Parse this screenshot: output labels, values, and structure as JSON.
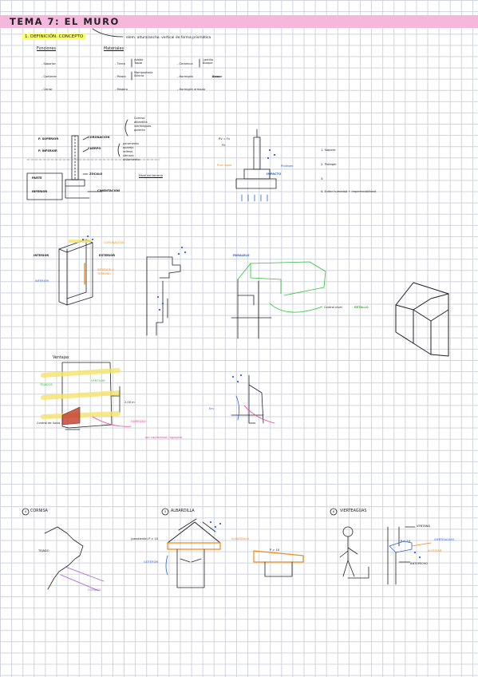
{
  "header": {
    "title": "TEMA 7: EL MURO",
    "subtitle": "1. DEFINICIÓN. CONCEPTO",
    "definition": "elem. altura/ancho. vertical de forma prismática"
  },
  "intro": {
    "col_functions": "Funciones",
    "col_materials": "Materiales",
    "functions": [
      "- Soportar",
      "- Contener",
      "- Cerrar"
    ],
    "materials_a": [
      "- Tierra",
      "- Piedra",
      "- Madera"
    ],
    "materials_a_detail": [
      "Adobe\nTapial",
      "Mampostería\nSillería"
    ],
    "materials_b": [
      "- Cerámica",
      "- Hormigón",
      "- Hormigón armado"
    ],
    "materials_b_detail": [
      "Ladrillo\nBloque",
      "Bloque"
    ]
  },
  "wall_parts": {
    "labels": [
      "P. SUPERIOR",
      "P. INFERIOR",
      "CORONACIÓN",
      "CUERPO",
      "ZÓCALO",
      "CIMENTACIÓN",
      "PARTE",
      "INFERIOR",
      "Nivel del terreno"
    ],
    "coronacion_note": [
      "Cornisa",
      "albardilla",
      "vierteaguas",
      "goterón"
    ],
    "cuerpo_note": [
      "paramento",
      "aparejo",
      "relleno",
      "cámara",
      "aislamiento"
    ],
    "forces": [
      "Rv = Fv",
      "Fh",
      "Prot. agua",
      "IMPACTO",
      "Proteger"
    ],
    "side_list": [
      "1. Soporte",
      "2. Proteger",
      "3.",
      "4. Evitar humedad + impermeabilidad"
    ]
  },
  "section2": {
    "labels": [
      "INTERIOR",
      "EXTERIOR",
      "CORONACIÓN",
      "INTERIOR O TERRENO",
      "INFERIOR",
      "PARALELO",
      "Control nivel",
      "RETALLO"
    ]
  },
  "section3": {
    "labels": [
      "Ventajas",
      "TEJADOS",
      "VENTILAR",
      "Control de lluvia",
      "2,00 m",
      "HÚMEDAD",
      "por capilaridad / aguajero",
      "Em"
    ]
  },
  "bottom": {
    "items": [
      {
        "num": "4",
        "label": "CORNISA"
      },
      {
        "num": "5",
        "label": "ALBARDILLA"
      },
      {
        "num": "6",
        "label": "VIERTEAGUAS"
      }
    ],
    "cornisa_labels": [
      "TEJADO",
      "CORNISA"
    ],
    "albardilla_labels": [
      "(pendiente) P > 10",
      "ALBARDILLA",
      "GOTERÓN",
      "P > 10"
    ],
    "vierteaguas_labels": [
      "VENTANA",
      "VIERTEAGUAS",
      "ALFÉIZAR",
      "ANTEPECHO",
      "P > 10"
    ]
  },
  "colors": {
    "title_band": "#f6b7dc",
    "highlight": "#f9ff6a",
    "blue": "#2b5fd6",
    "orange": "#f08a1a",
    "green": "#2fbf3a",
    "pink": "#ec3aa0",
    "yellow": "#f6e26a"
  }
}
